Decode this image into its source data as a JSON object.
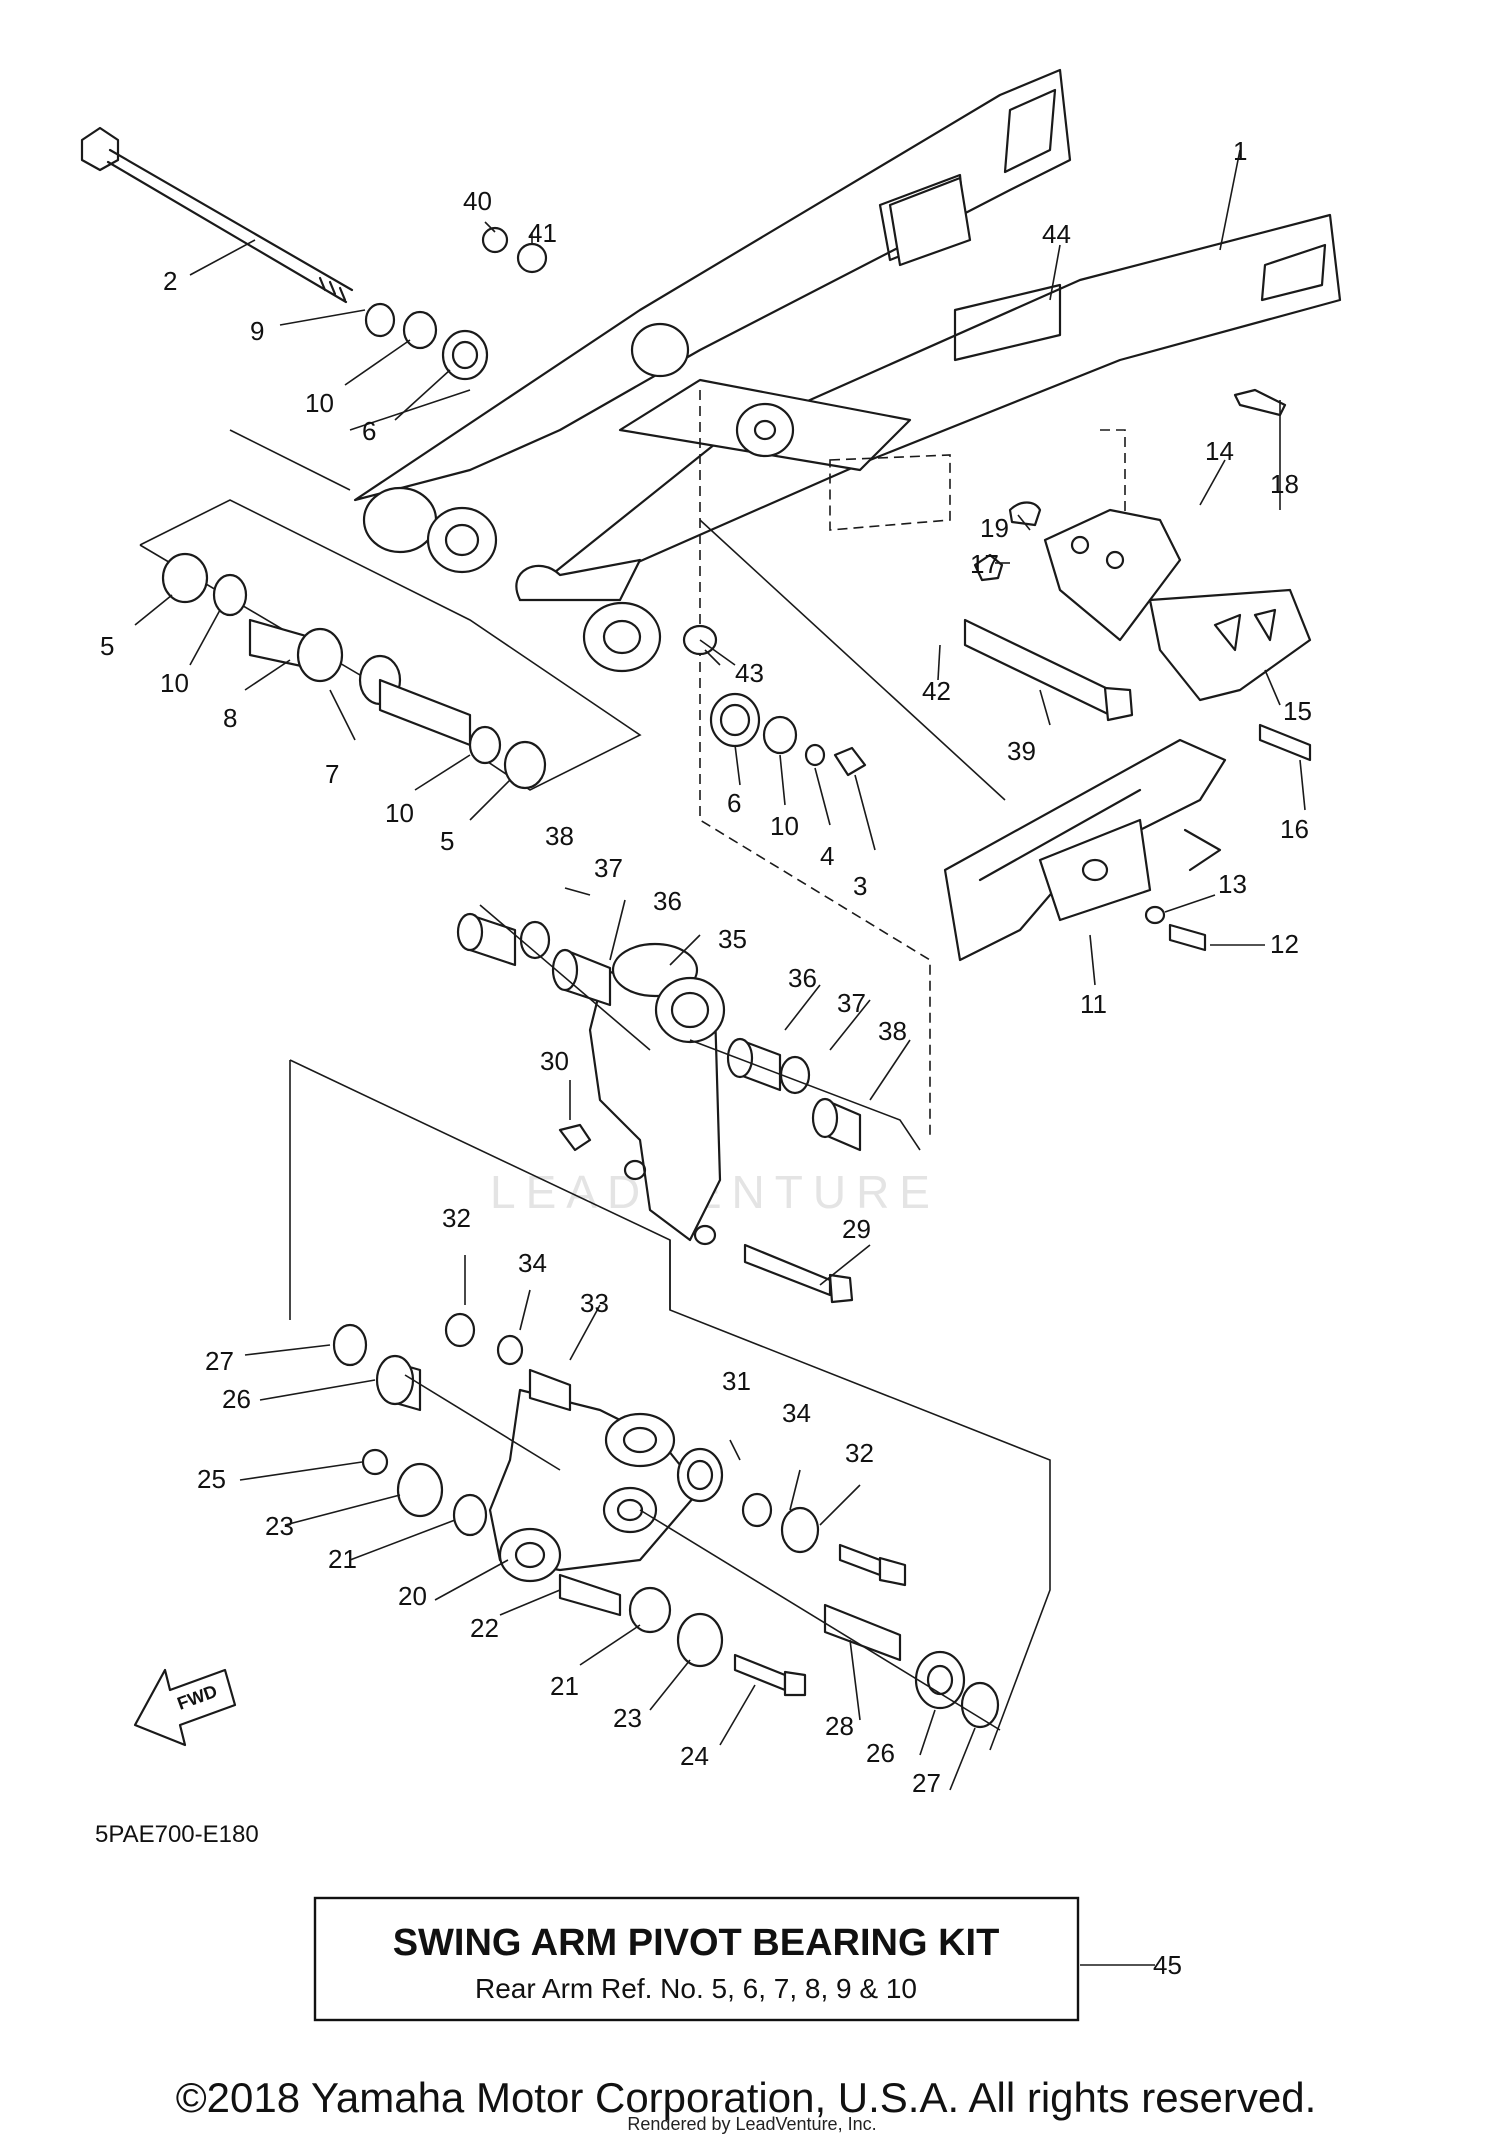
{
  "diagram_code": "5PAE700-E180",
  "watermark": "LEADVENTURE",
  "fwd_label": "FWD",
  "kit": {
    "title": "SWING ARM PIVOT BEARING KIT",
    "subtitle": "Rear Arm Ref. No. 5, 6, 7, 8, 9 & 10",
    "ref": "45"
  },
  "copyright": "©2018 Yamaha Motor Corporation, U.S.A. All rights reserved.",
  "rendered_by": "Rendered by LeadVenture, Inc.",
  "callouts": [
    {
      "id": "c1",
      "text": "1"
    },
    {
      "id": "c2",
      "text": "2"
    },
    {
      "id": "c3",
      "text": "3"
    },
    {
      "id": "c4",
      "text": "4"
    },
    {
      "id": "c5a",
      "text": "5"
    },
    {
      "id": "c5b",
      "text": "5"
    },
    {
      "id": "c6a",
      "text": "6"
    },
    {
      "id": "c6b",
      "text": "6"
    },
    {
      "id": "c7",
      "text": "7"
    },
    {
      "id": "c8",
      "text": "8"
    },
    {
      "id": "c9",
      "text": "9"
    },
    {
      "id": "c10a",
      "text": "10"
    },
    {
      "id": "c10b",
      "text": "10"
    },
    {
      "id": "c10c",
      "text": "10"
    },
    {
      "id": "c10d",
      "text": "10"
    },
    {
      "id": "c11",
      "text": "11"
    },
    {
      "id": "c12",
      "text": "12"
    },
    {
      "id": "c13",
      "text": "13"
    },
    {
      "id": "c14",
      "text": "14"
    },
    {
      "id": "c15",
      "text": "15"
    },
    {
      "id": "c16",
      "text": "16"
    },
    {
      "id": "c17",
      "text": "17"
    },
    {
      "id": "c18",
      "text": "18"
    },
    {
      "id": "c19",
      "text": "19"
    },
    {
      "id": "c20",
      "text": "20"
    },
    {
      "id": "c21a",
      "text": "21"
    },
    {
      "id": "c21b",
      "text": "21"
    },
    {
      "id": "c22",
      "text": "22"
    },
    {
      "id": "c23a",
      "text": "23"
    },
    {
      "id": "c23b",
      "text": "23"
    },
    {
      "id": "c24",
      "text": "24"
    },
    {
      "id": "c25",
      "text": "25"
    },
    {
      "id": "c26a",
      "text": "26"
    },
    {
      "id": "c26b",
      "text": "26"
    },
    {
      "id": "c27a",
      "text": "27"
    },
    {
      "id": "c27b",
      "text": "27"
    },
    {
      "id": "c28",
      "text": "28"
    },
    {
      "id": "c29",
      "text": "29"
    },
    {
      "id": "c30",
      "text": "30"
    },
    {
      "id": "c31",
      "text": "31"
    },
    {
      "id": "c32a",
      "text": "32"
    },
    {
      "id": "c32b",
      "text": "32"
    },
    {
      "id": "c33",
      "text": "33"
    },
    {
      "id": "c34a",
      "text": "34"
    },
    {
      "id": "c34b",
      "text": "34"
    },
    {
      "id": "c35",
      "text": "35"
    },
    {
      "id": "c36a",
      "text": "36"
    },
    {
      "id": "c36b",
      "text": "36"
    },
    {
      "id": "c37a",
      "text": "37"
    },
    {
      "id": "c37b",
      "text": "37"
    },
    {
      "id": "c38a",
      "text": "38"
    },
    {
      "id": "c38b",
      "text": "38"
    },
    {
      "id": "c39",
      "text": "39"
    },
    {
      "id": "c40",
      "text": "40"
    },
    {
      "id": "c41",
      "text": "41"
    },
    {
      "id": "c42",
      "text": "42"
    },
    {
      "id": "c43",
      "text": "43"
    },
    {
      "id": "c44",
      "text": "44"
    }
  ]
}
